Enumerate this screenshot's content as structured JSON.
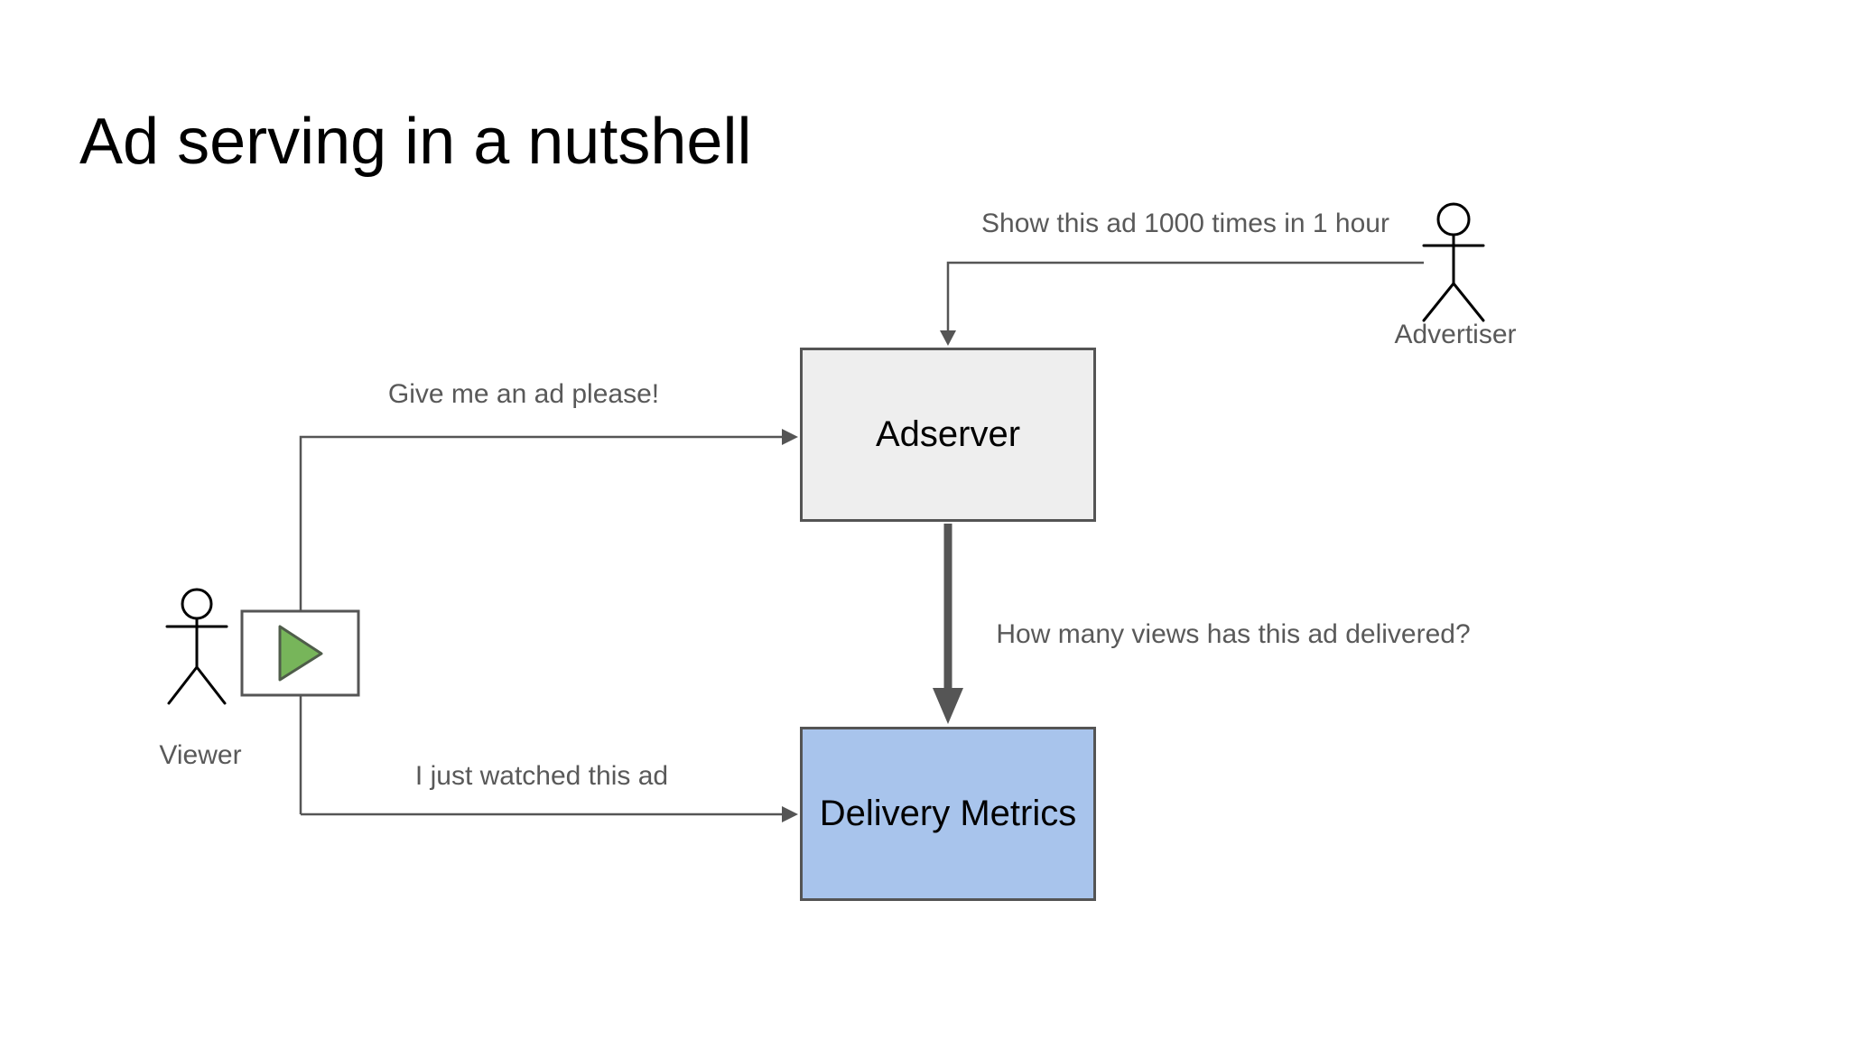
{
  "slide": {
    "title": "Ad serving in a nutshell",
    "background_color": "#ffffff"
  },
  "actors": {
    "viewer": {
      "label": "Viewer"
    },
    "advertiser": {
      "label": "Advertiser"
    }
  },
  "nodes": {
    "adserver": {
      "label": "Adserver",
      "fill_color": "#eeeeee",
      "border_color": "#545454"
    },
    "delivery_metrics": {
      "label": "Delivery Metrics",
      "fill_color": "#a8c4ec",
      "border_color": "#545454"
    }
  },
  "messages": {
    "viewer_request": "Give me an ad please!",
    "advertiser_command": "Show this ad 1000 times in 1 hour",
    "viewer_watched": "I just watched this ad",
    "metrics_query": "How many views has this ad delivered?"
  },
  "icons": {
    "play_icon": {
      "color": "#77b55a"
    }
  },
  "colors": {
    "connector_gray": "#555555",
    "label_gray": "#595959",
    "figure_black": "#000000",
    "title_black": "#000000"
  }
}
